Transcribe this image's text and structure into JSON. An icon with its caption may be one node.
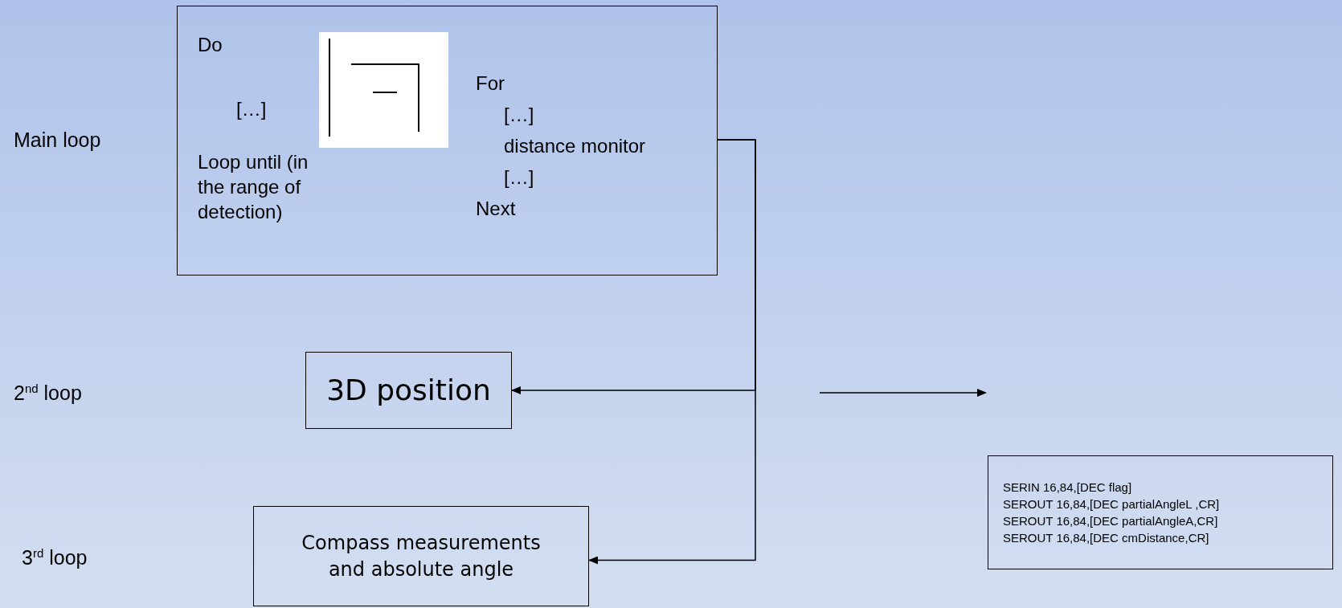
{
  "diagram": {
    "nodes": [
      {
        "text": [
          "Do",
          "[…]",
          "Loop until (in the range of detection)",
          "For",
          "[…]",
          "distance monitor",
          "[…]",
          "Next"
        ]
      },
      {
        "text": [
          "3D position"
        ]
      },
      {
        "text": [
          "Compass measurements and absolute angle"
        ]
      },
      {
        "text": [
          "SERIN 16,84,[DEC flag]",
          "SEROUT 16,84,[DEC partialAngleL ,CR]",
          "SEROUT 16,84,[DEC partialAngleA,CR]",
          "SEROUT 16,84,[DEC cmDistance,CR]"
        ]
      }
    ],
    "edges": [
      {
        "from": 0,
        "to": 1,
        "arrow": "to"
      },
      {
        "from": 0,
        "to": 2,
        "arrow": "to"
      }
    ],
    "labels": [
      "Main loop",
      "2$^{nd}$ loop",
      "3$^{rd}$ loop"
    ]
  }
}
